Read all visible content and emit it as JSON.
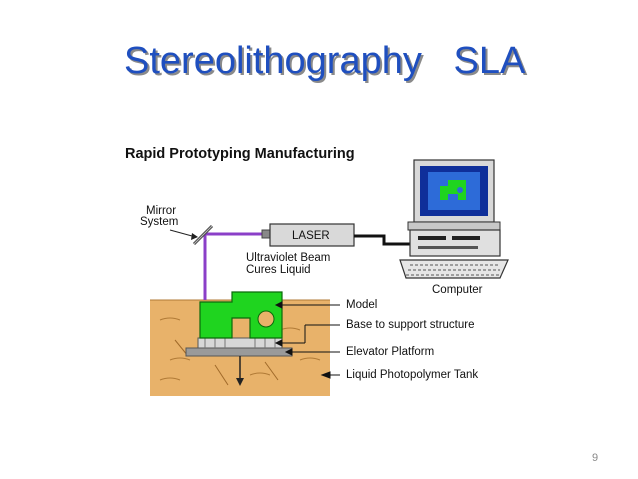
{
  "slide": {
    "title": "Stereolithography   SLA",
    "page_number": "9"
  },
  "figure": {
    "title": "Rapid Prototyping Manufacturing",
    "labels": {
      "mirror_line1": "Mirror",
      "mirror_line2": "System",
      "laser": "LASER",
      "beam_line1": "Ultraviolet Beam",
      "beam_line2": "Cures Liquid",
      "computer": "Computer",
      "model": "Model",
      "base": "Base to support structure",
      "elevator": "Elevator Platform",
      "liquid": "Liquid Photopolymer Tank"
    },
    "colors": {
      "title": "#1f4fbf",
      "model": "#1fd41f",
      "beam": "#8b3fc8",
      "tank": "#e8b26a",
      "monitor_screen": "#0f2f9a"
    }
  }
}
